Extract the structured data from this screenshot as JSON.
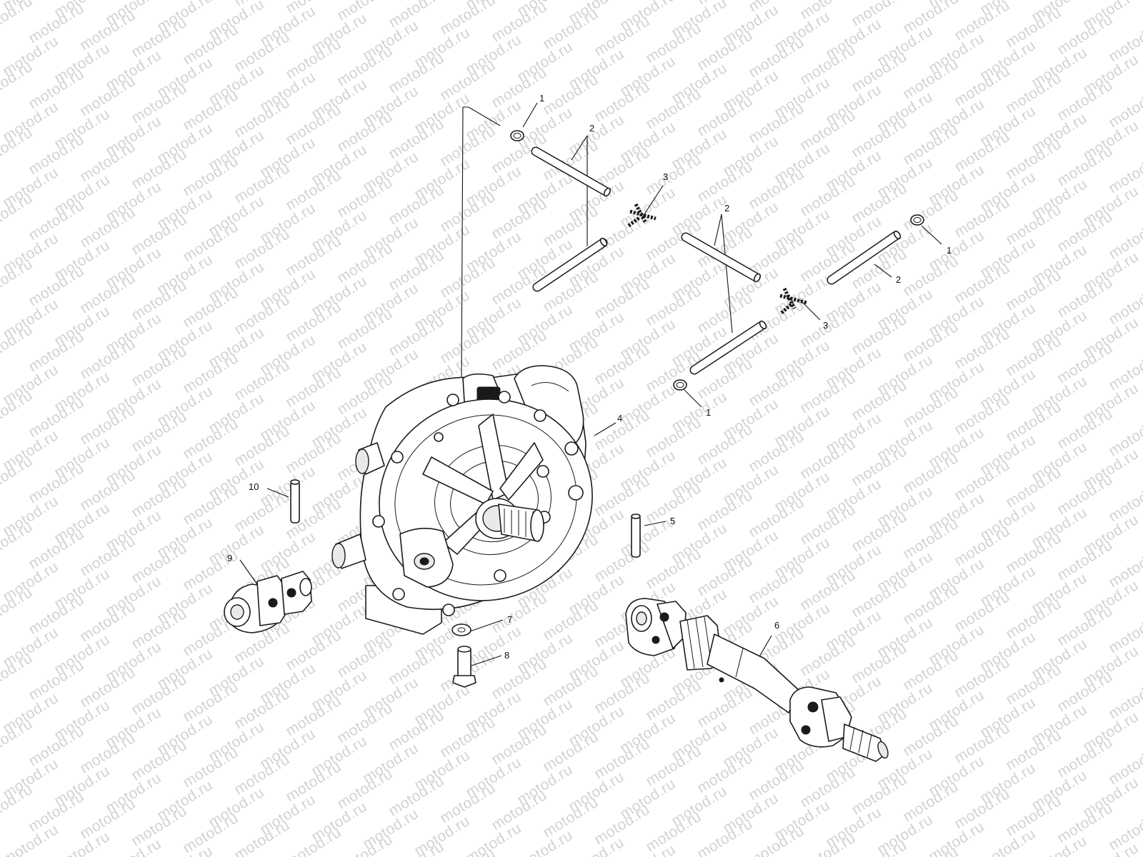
{
  "watermark": {
    "text": "motod.ru",
    "color": "#d2d2d2"
  },
  "callouts": [
    {
      "id": "c1a",
      "label": "1"
    },
    {
      "id": "c1b",
      "label": "1"
    },
    {
      "id": "c1c",
      "label": "1"
    },
    {
      "id": "c2a",
      "label": "2"
    },
    {
      "id": "c2b",
      "label": "2"
    },
    {
      "id": "c2c",
      "label": "2"
    },
    {
      "id": "c3a",
      "label": "3"
    },
    {
      "id": "c3b",
      "label": "3"
    },
    {
      "id": "c4",
      "label": "4"
    },
    {
      "id": "c5",
      "label": "5"
    },
    {
      "id": "c6",
      "label": "6"
    },
    {
      "id": "c7",
      "label": "7"
    },
    {
      "id": "c8",
      "label": "8"
    },
    {
      "id": "c9",
      "label": "9"
    },
    {
      "id": "c10",
      "label": "10"
    }
  ],
  "icons": {
    "parts": [
      "hose-clamp-icon",
      "coolant-hose-icon",
      "hose-tee-fitting-icon",
      "gearcase-housing-icon",
      "dowel-pin-icon",
      "drive-shaft-icon",
      "washer-icon",
      "bolt-icon",
      "u-joint-yoke-icon"
    ]
  }
}
